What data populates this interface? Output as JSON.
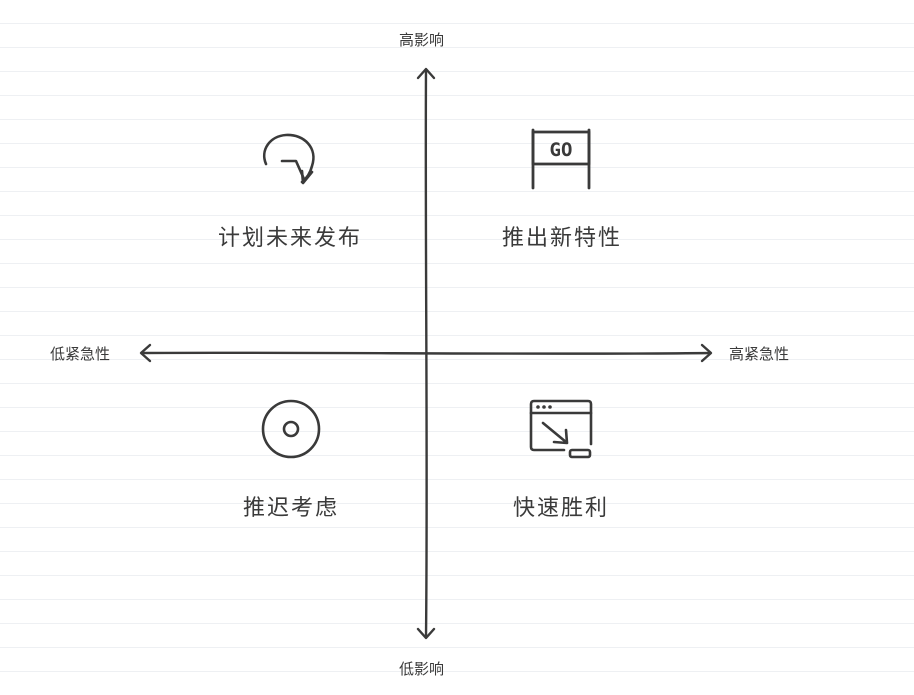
{
  "axes": {
    "top": "高影响",
    "bottom": "低影响",
    "left": "低紧急性",
    "right": "高紧急性"
  },
  "quadrants": {
    "top_left": {
      "label": "计划未来发布",
      "icon": "rotate-arrow-icon"
    },
    "top_right": {
      "label": "推出新特性",
      "icon": "go-sign-icon"
    },
    "bottom_left": {
      "label": "推迟考虑",
      "icon": "target-icon"
    },
    "bottom_right": {
      "label": "快速胜利",
      "icon": "browser-download-icon"
    }
  },
  "go_sign_text": "GO",
  "colors": {
    "ink": "#3a3a3a",
    "rule_lines": "#eef0f3",
    "background": "#ffffff"
  }
}
